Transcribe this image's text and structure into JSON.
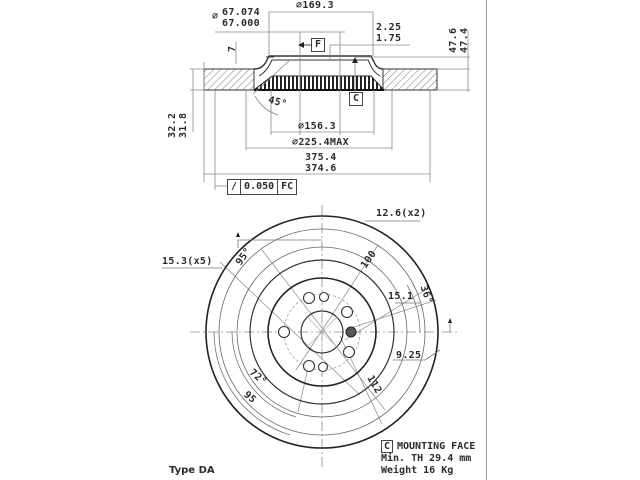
{
  "title": "Brake disc technical drawing",
  "section_view": {
    "dims": {
      "d_hat_outer": "⌀169.3",
      "d_center_bore_max": "67.074",
      "d_center_bore_min": "67.000",
      "d_bore_symbol": "⌀",
      "hat_depth_label": "7",
      "hat_thickness_max": "2.25",
      "hat_thickness_min": "1.75",
      "height_max": "47.6",
      "height_min": "47.4",
      "thickness_max": "32.2",
      "thickness_min": "31.8",
      "angle": "45°",
      "d_inner_vent": "⌀156.3",
      "d_inner_friction": "⌀225.4MAX",
      "d_outer_max": "375.4",
      "d_outer_min": "374.6"
    },
    "datum_f": "F",
    "datum_c": "C",
    "tolerance_frame": {
      "symbol": "/",
      "value": "0.050",
      "datum": "FC"
    }
  },
  "front_view": {
    "dims": {
      "hole_spec_a": "12.6(x2)",
      "hole_spec_b": "15.3(x5)",
      "dim_15_1": "15.1",
      "dim_9_25": "9.25",
      "angle_36": "36°",
      "angle_95_top": "95°",
      "angle_100": "100",
      "angle_72": "72°",
      "angle_95_bottom": "95",
      "dim_112": "112"
    }
  },
  "notes": {
    "mounting_face_box": "C",
    "mounting_face": "MOUNTING FACE",
    "min_th": "Min. TH 29.4 mm",
    "weight": "Weight 16 Kg"
  },
  "type_label": "Type DA",
  "colors": {
    "line": "#333333",
    "thin_line": "#8a8a8a",
    "hatch": "#666666",
    "background": "#ffffff"
  }
}
